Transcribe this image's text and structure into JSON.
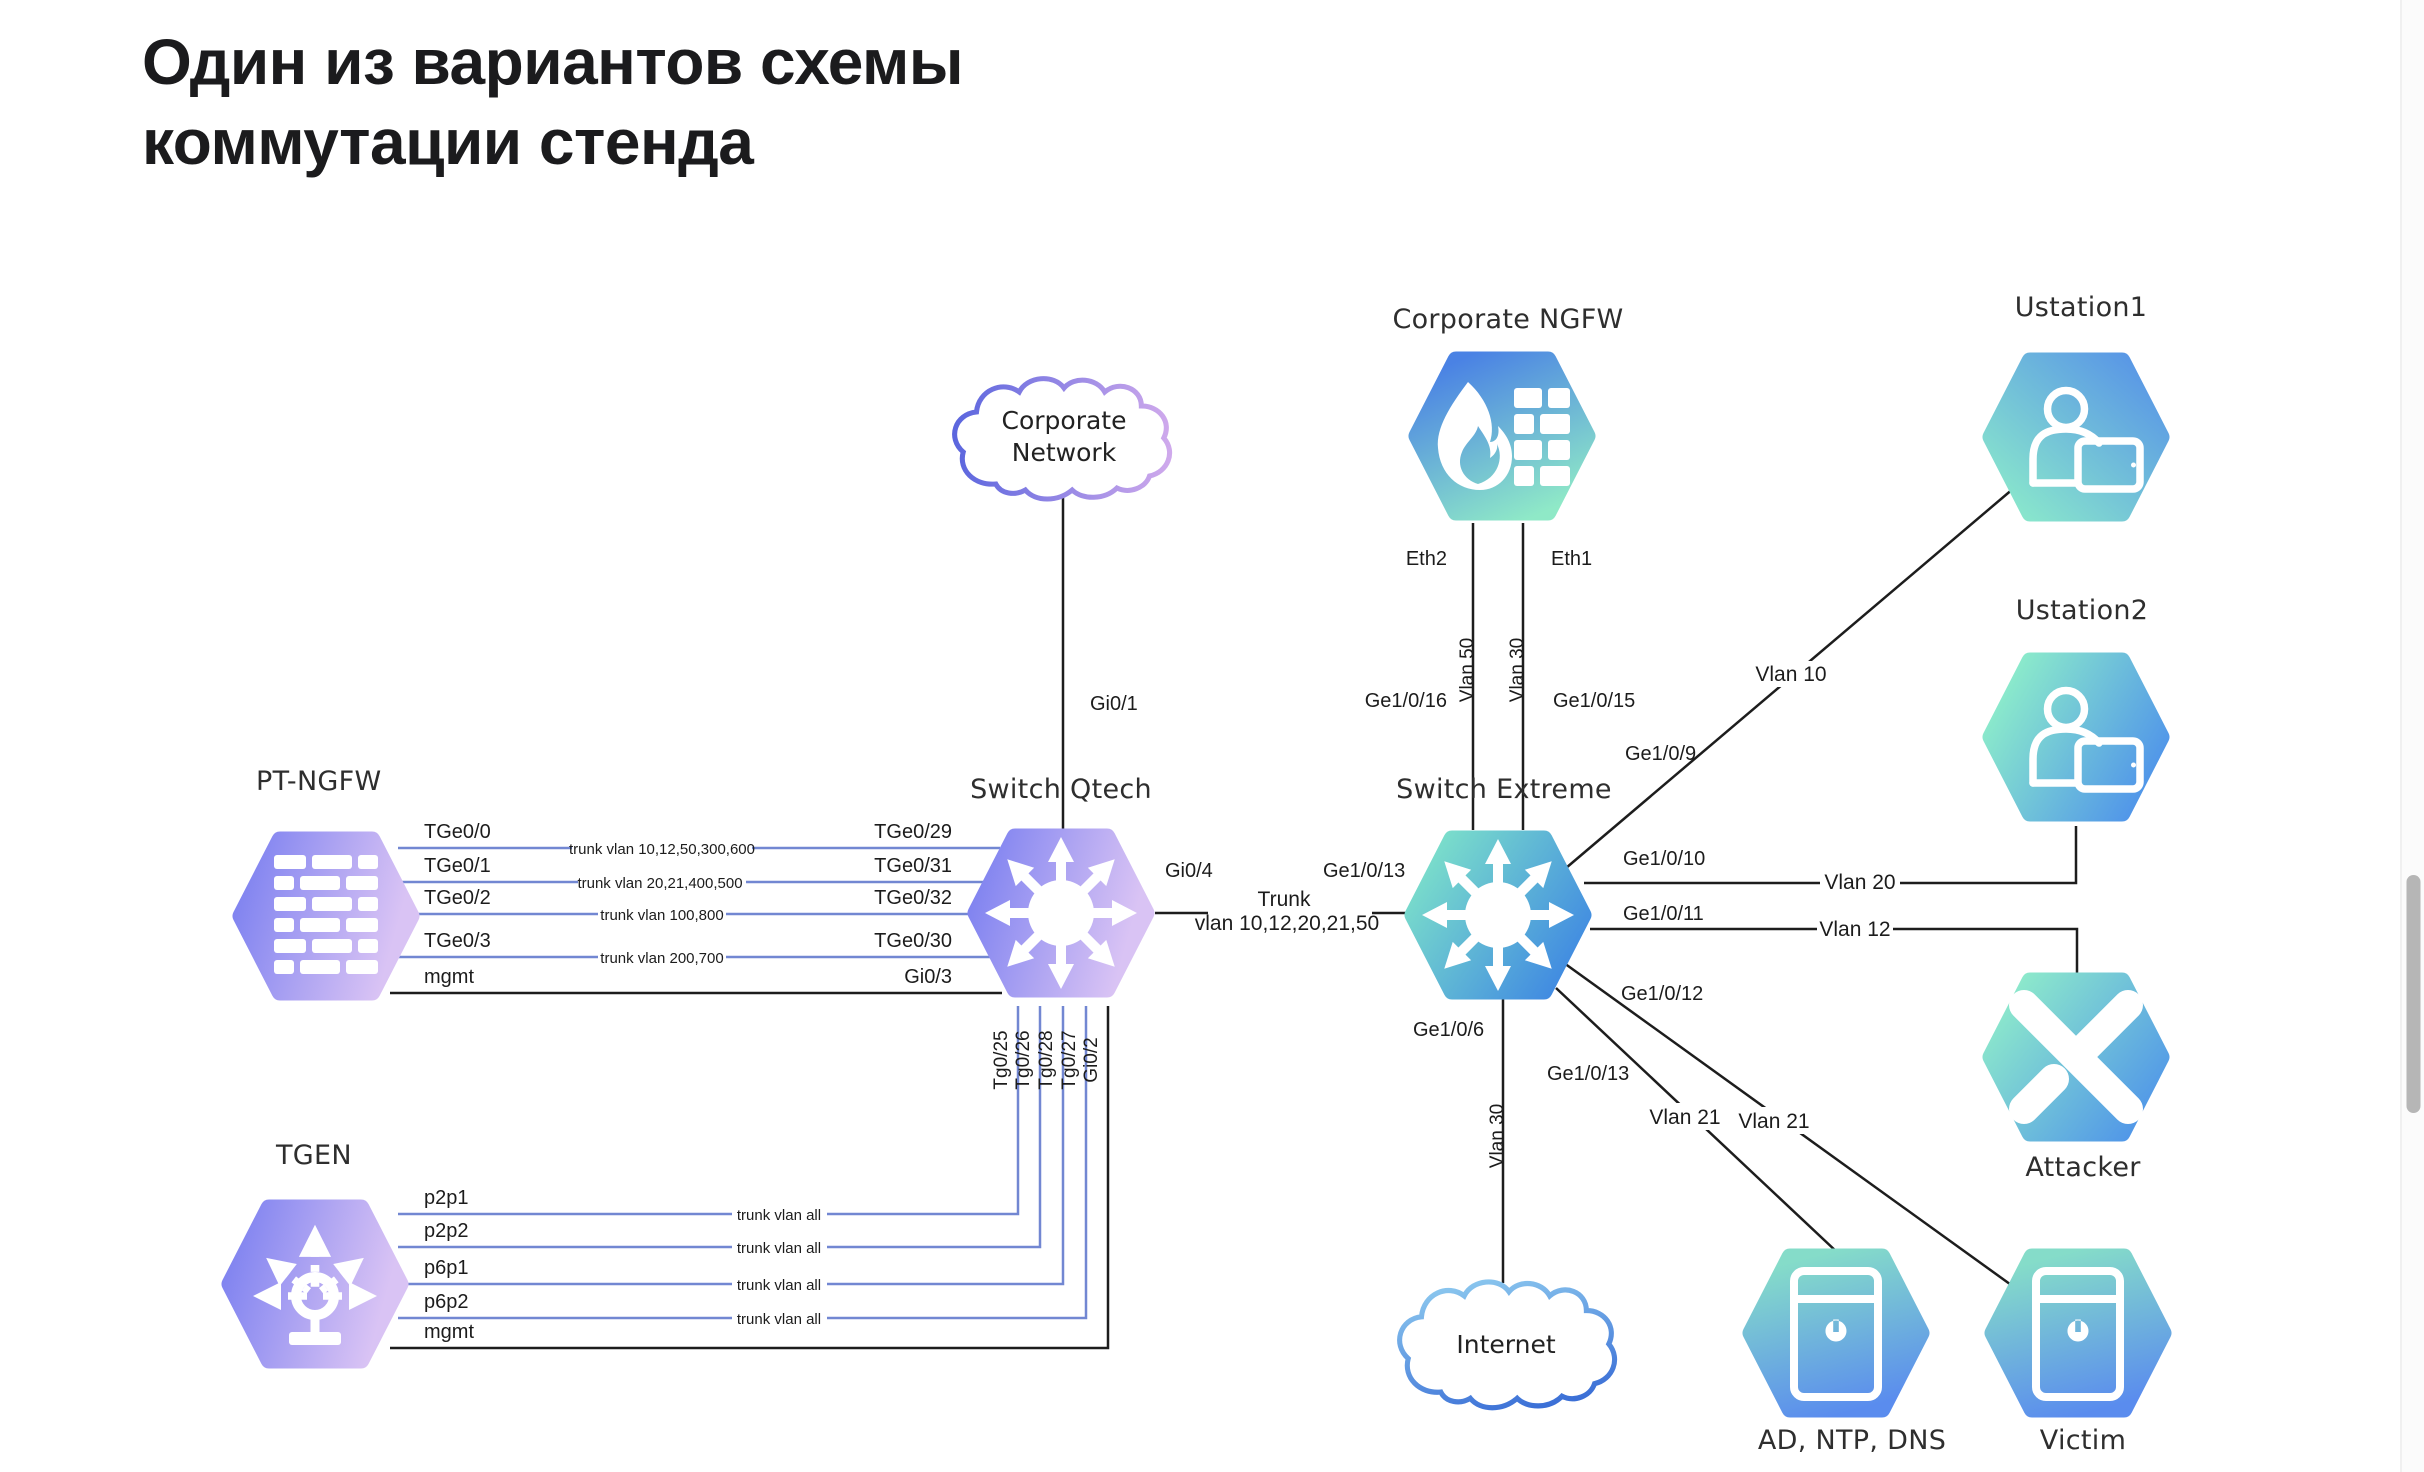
{
  "title": {
    "line1": "Один из вариантов схемы",
    "line2": "коммутации стенда"
  },
  "colors": {
    "purple_from": "#7a7ff0",
    "purple_to": "#d9c3f4",
    "ngfw_from": "#4a82e4",
    "ngfw_to": "#8fe9c7",
    "extreme_from": "#7ce0ca",
    "extreme_to": "#3f88e2",
    "ustation1_from": "#5590e8",
    "ustation1_to": "#8dedca",
    "ustation2_from": "#8dedca",
    "ustation2_to": "#4f93ea",
    "attacker_from": "#8fecca",
    "attacker_to": "#4f94e9",
    "server_from": "#85dcc9",
    "server_to": "#5a8cee",
    "cloud_corporate_from": "#5b66de",
    "cloud_corporate_to": "#cfa9ec",
    "cloud_internet_from": "#8ac6ee",
    "cloud_internet_to": "#3a6ed6",
    "line_black": "#1d1d1d",
    "line_blue": "#7287d2",
    "scrollbar_thumb": "#b6b6b6"
  },
  "nodes": {
    "pt_ngfw": {
      "label": "PT-NGFW"
    },
    "tgen": {
      "label": "TGEN"
    },
    "switch_qtech": {
      "label": "Switch Qtech"
    },
    "corporate_network": {
      "label_line1": "Corporate",
      "label_line2": "Network"
    },
    "corporate_ngfw": {
      "label": "Corporate NGFW"
    },
    "switch_extreme": {
      "label": "Switch Extreme"
    },
    "internet": {
      "label": "Internet"
    },
    "ustation1": {
      "label": "Ustation1"
    },
    "ustation2": {
      "label": "Ustation2"
    },
    "attacker": {
      "label": "Attacker"
    },
    "ad_ntp_dns": {
      "label": "AD, NTP, DNS"
    },
    "victim": {
      "label": "Victim"
    }
  },
  "ports": {
    "pt_side": [
      "TGe0/0",
      "TGe0/1",
      "TGe0/2",
      "TGe0/3",
      "mgmt"
    ],
    "qtech_left": [
      "TGe0/29",
      "TGe0/31",
      "TGe0/32",
      "TGe0/30",
      "Gi0/3"
    ],
    "qtech_top": "Gi0/1",
    "qtech_right": "Gi0/4",
    "qtech_bottom": [
      "Tg0/25",
      "Tg0/26",
      "Tg0/28",
      "Tg0/27",
      "Gi0/2"
    ],
    "tgen_side": [
      "p2p1",
      "p2p2",
      "p6p1",
      "p6p2",
      "mgmt"
    ],
    "extreme_trunk": "Ge1/0/13",
    "extreme_top_left": "Ge1/0/16",
    "extreme_top_right": "Ge1/0/15",
    "ngfw_eth2": "Eth2",
    "ngfw_eth1": "Eth1",
    "extreme_ge9": "Ge1/0/9",
    "extreme_ge10": "Ge1/0/10",
    "extreme_ge11": "Ge1/0/11",
    "extreme_ge12": "Ge1/0/12",
    "extreme_ge13": "Ge1/0/13",
    "extreme_ge6": "Ge1/0/6"
  },
  "links": {
    "pt_trunks": [
      "trunk vlan 10,12,50,300,600",
      "trunk vlan 20,21,400,500",
      "trunk vlan 100,800",
      "trunk vlan 200,700"
    ],
    "tgen_trunks": [
      "trunk vlan all",
      "trunk vlan all",
      "trunk vlan all",
      "trunk vlan all"
    ],
    "trunk_word": "Trunk",
    "trunk_vlans": "vlan 10,12,20,21,50",
    "vlan50": "Vlan 50",
    "vlan30_top": "Vlan 30",
    "vlan10": "Vlan 10",
    "vlan20": "Vlan 20",
    "vlan12": "Vlan 12",
    "vlan21_left": "Vlan 21",
    "vlan21_right": "Vlan 21",
    "vlan30_bottom": "Vlan 30"
  }
}
